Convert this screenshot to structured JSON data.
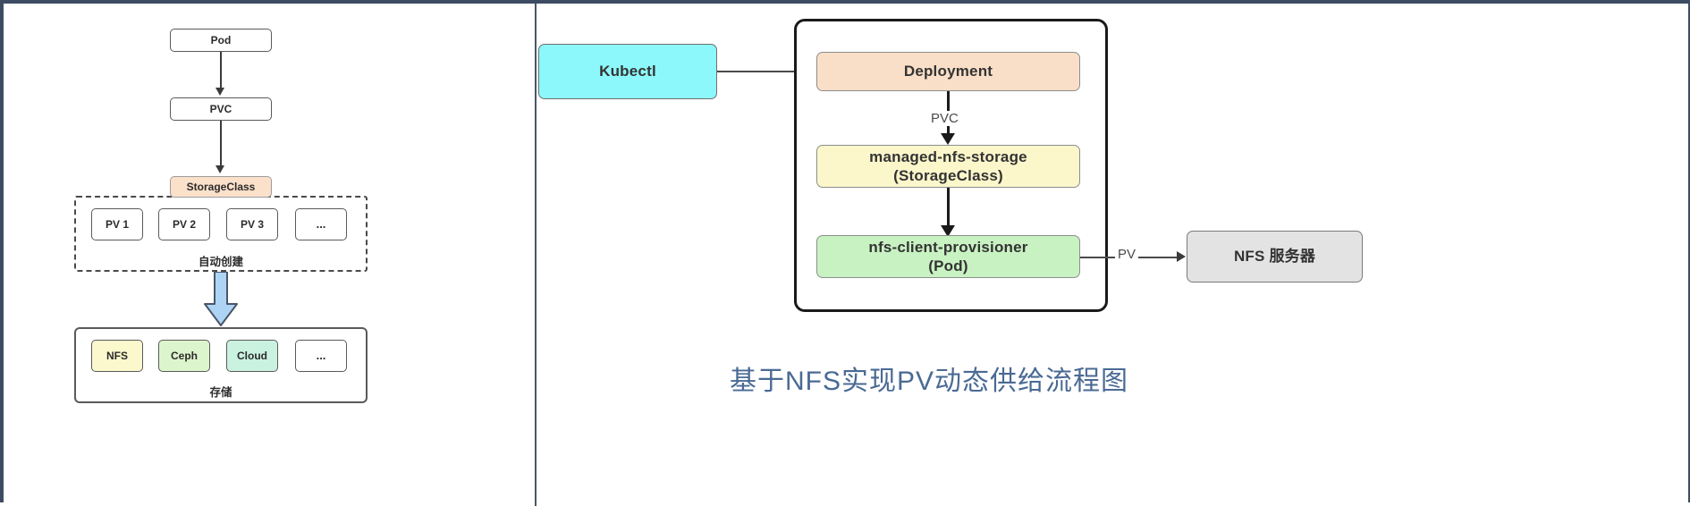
{
  "left_panel": {
    "nodes": {
      "pod": "Pod",
      "pvc": "PVC",
      "storage_class": "StorageClass"
    },
    "pv_group": {
      "label": "自动创建",
      "items": [
        "PV 1",
        "PV 2",
        "PV 3",
        "..."
      ]
    },
    "storage_group": {
      "label": "存储",
      "items": [
        {
          "label": "NFS",
          "color": "#fbf8cd"
        },
        {
          "label": "Ceph",
          "color": "#ddf5cc"
        },
        {
          "label": "Cloud",
          "color": "#caf2e1"
        },
        {
          "label": "...",
          "color": "#ffffff"
        }
      ]
    },
    "colors": {
      "storage_class_fill": "#fbe0ca",
      "block_arrow_fill": "#aed4f5",
      "block_arrow_stroke": "#4a5568"
    }
  },
  "right_panel": {
    "title": "基于NFS实现PV动态供给流程图",
    "title_color": "#4a6a94",
    "nodes": {
      "kubectl": "Kubectl",
      "deployment": "Deployment",
      "storage_class_line1": "managed-nfs-storage",
      "storage_class_line2": "(StorageClass)",
      "provisioner_line1": "nfs-client-provisioner",
      "provisioner_line2": "(Pod)",
      "nfs_server": "NFS 服务器"
    },
    "edge_labels": {
      "pvc": "PVC",
      "pv": "PV"
    },
    "colors": {
      "kubectl_fill": "#8cf8fb",
      "deployment_fill": "#fadfc8",
      "storage_class_fill": "#fbf7ca",
      "provisioner_fill": "#c8f2c2",
      "server_fill": "#e3e3e3",
      "container_stroke": "#1a1a1a"
    }
  }
}
